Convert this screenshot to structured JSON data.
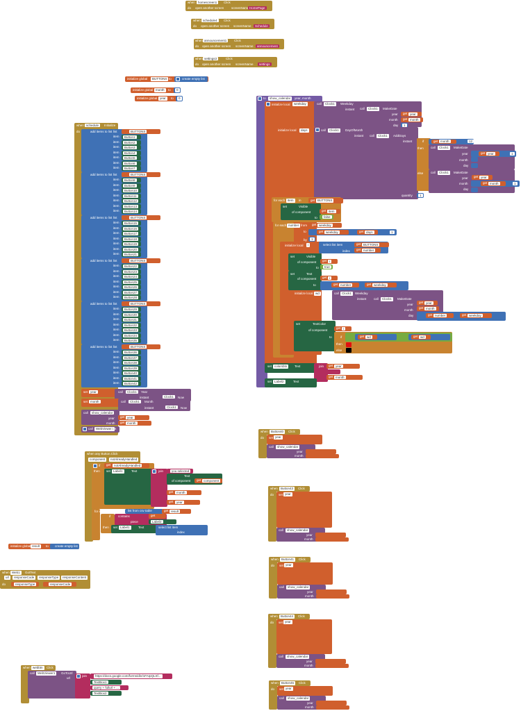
{
  "blocks": {
    "when": "when",
    "do": "do",
    "click": "Click",
    "call": "call",
    "set": "set",
    "get": "get",
    "to": "to",
    "initialize_global": "initialize global",
    "initialize_local": "initialize local",
    "create_empty_list": "create empty list",
    "add_items_to_list": "add items to list",
    "list": "list",
    "item": "item",
    "in": "in",
    "if": "if",
    "then": "then",
    "else": "else",
    "for_each": "for each",
    "from": "from",
    "by": "by",
    "number": "number",
    "join": "join",
    "instant": "instant",
    "year": "year",
    "month": "month",
    "day": "day",
    "quantity": "quantity",
    "index": "index",
    "of_component": "of component",
    "open_another_screen": "open another screen",
    "screen_name": "screenName",
    "make_date": "MakeDate",
    "weekday": "Weekday",
    "day_of_month": "DayOfMonth",
    "add_days": "AddDays",
    "now": "Now",
    "year_fn": "Year",
    "month_fn": "Month",
    "select_list_item": "select list item",
    "true": "true",
    "false": "false"
  },
  "screen_buttons": [
    {
      "button": "homescreen1",
      "screen": "HomePage"
    },
    {
      "button": "schedule4",
      "screen": "Schedule"
    },
    {
      "button": "announcement1",
      "screen": "announcement"
    },
    {
      "button": "settings3",
      "screen": "settings"
    }
  ],
  "globals": {
    "buttons": "BUTTONS",
    "month": "month",
    "year": "year",
    "result": "result",
    "month_val": "0",
    "year_val": "0"
  },
  "init": {
    "component": "schedule",
    "event": "Initialize",
    "buttons": [
      "Button1",
      "Button2",
      "Button3",
      "Button4",
      "Button5",
      "Button6",
      "Button7",
      "Button8",
      "Button9",
      "Button10",
      "Button11",
      "Button12",
      "Button13",
      "Button14",
      "Button15",
      "Button16",
      "Button17",
      "Button18",
      "Button19",
      "Button20",
      "Button21",
      "Button22",
      "Button23",
      "Button24",
      "Button25",
      "Button26",
      "Button27",
      "Button28",
      "Button29",
      "Button30",
      "Button31",
      "Button32",
      "Button33",
      "Button34",
      "Button35",
      "Button36",
      "Button37",
      "Button38",
      "Button39",
      "Button40",
      "Button41",
      "Button42"
    ],
    "clock": "Clock1",
    "webviewer": "WebViewer1",
    "get_fn": "Get",
    "show_calendar": "show_calendar"
  },
  "procedure": {
    "name": "show_calendar",
    "params": "year, month",
    "local_weekday": "weekday",
    "local_days": "days",
    "local_i": "i",
    "local_wd": "wd",
    "item_var": "item",
    "number_var": "number",
    "visible": "Visible",
    "text": "Text",
    "text_color": "TextColor",
    "label_colorsbtn": "colorsbtn",
    "label_label2": "Label2",
    "n1": "1",
    "n7": "7",
    "n12": "12",
    "n42": "42",
    "n0": "0"
  },
  "any_button": {
    "title": "when any Button.Click",
    "component": "component",
    "not_already_handled": "notAlreadyHandled",
    "you_selected": "you selected",
    "label1": "Label1",
    "list_from_csv": "list from csv table",
    "contains": "contains",
    "piece": "piece",
    "label2": "Label2"
  },
  "nav_buttons": [
    {
      "name": "Button40"
    },
    {
      "name": "Button43"
    },
    {
      "name": "Button41"
    },
    {
      "name": "Button44"
    },
    {
      "name": "Button45"
    }
  ],
  "web1": {
    "component": "Web1",
    "event": "GotText",
    "url": "url",
    "response_code": "responseCode",
    "response_type": "responseType",
    "response_content": "responseContent"
  },
  "webbtn": {
    "component": "webbtn",
    "target": "WebViewer1",
    "fn": "GoToUrl",
    "url": "https://docs.google.com/forms/d/e/1FAIpQLSf..."
  },
  "textboxes": [
    "TextBox1",
    "TextBox2"
  ],
  "query": "query + fullurl + ..."
}
